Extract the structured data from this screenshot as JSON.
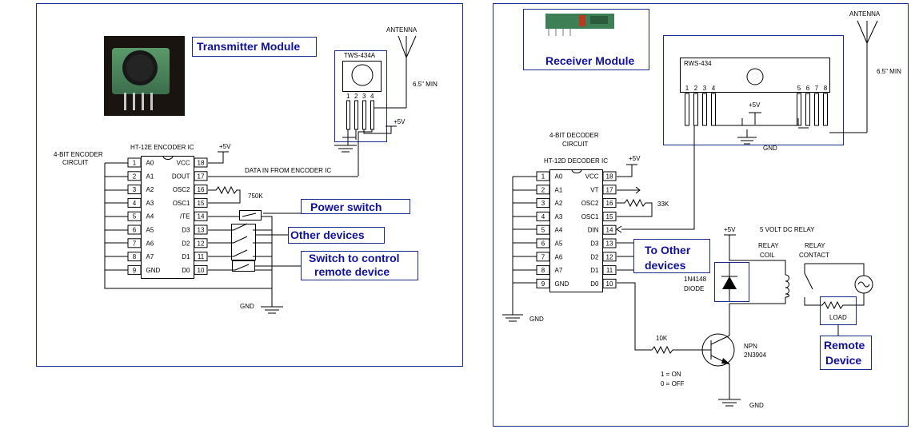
{
  "colors": {
    "frame": "#1a2a8a",
    "label": "#1010a0",
    "wire": "#000000"
  },
  "transmitter": {
    "label": "Transmitter Module",
    "module_name": "TWS-434A",
    "module_pins": [
      "1",
      "2",
      "3",
      "4"
    ],
    "antenna": "ANTENNA",
    "antenna_length": "6.5\" MIN",
    "vcc": "+5V",
    "gnd": "GND",
    "circuit_title_1": "4-BIT ENCODER",
    "circuit_title_2": "CIRCUIT",
    "ic_name": "HT-12E ENCODER IC",
    "left_pins": [
      {
        "num": "1",
        "name": "A0"
      },
      {
        "num": "2",
        "name": "A1"
      },
      {
        "num": "3",
        "name": "A2"
      },
      {
        "num": "4",
        "name": "A3"
      },
      {
        "num": "5",
        "name": "A4"
      },
      {
        "num": "6",
        "name": "A5"
      },
      {
        "num": "7",
        "name": "A6"
      },
      {
        "num": "8",
        "name": "A7"
      },
      {
        "num": "9",
        "name": "GND"
      }
    ],
    "right_pins": [
      {
        "num": "18",
        "name": "VCC"
      },
      {
        "num": "17",
        "name": "DOUT"
      },
      {
        "num": "16",
        "name": "OSC2"
      },
      {
        "num": "15",
        "name": "OSC1"
      },
      {
        "num": "14",
        "name": "/TE"
      },
      {
        "num": "13",
        "name": "D3"
      },
      {
        "num": "12",
        "name": "D2"
      },
      {
        "num": "11",
        "name": "D1"
      },
      {
        "num": "10",
        "name": "D0"
      }
    ],
    "data_in": "DATA IN FROM ENCODER IC",
    "resistor": "750K",
    "power_switch": "Power switch",
    "other_devices": "Other devices",
    "switch_label_1": "Switch to control",
    "switch_label_2": "remote device"
  },
  "receiver": {
    "label": "Receiver Module",
    "module_name": "RWS-434",
    "module_pins": [
      "1",
      "2",
      "3",
      "4",
      "5",
      "6",
      "7",
      "8"
    ],
    "antenna": "ANTENNA",
    "antenna_length": "6.5\" MIN",
    "vcc": "+5V",
    "gnd": "GND",
    "circuit_title_1": "4-BIT DECODER",
    "circuit_title_2": "CIRCUIT",
    "ic_name": "HT-12D DECODER IC",
    "left_pins": [
      {
        "num": "1",
        "name": "A0"
      },
      {
        "num": "2",
        "name": "A1"
      },
      {
        "num": "3",
        "name": "A2"
      },
      {
        "num": "4",
        "name": "A3"
      },
      {
        "num": "5",
        "name": "A4"
      },
      {
        "num": "6",
        "name": "A5"
      },
      {
        "num": "7",
        "name": "A6"
      },
      {
        "num": "8",
        "name": "A7"
      },
      {
        "num": "9",
        "name": "GND"
      }
    ],
    "right_pins": [
      {
        "num": "18",
        "name": "VCC"
      },
      {
        "num": "17",
        "name": "VT"
      },
      {
        "num": "16",
        "name": "OSC2"
      },
      {
        "num": "15",
        "name": "OSC1"
      },
      {
        "num": "14",
        "name": "DIN"
      },
      {
        "num": "13",
        "name": "D3"
      },
      {
        "num": "12",
        "name": "D2"
      },
      {
        "num": "11",
        "name": "D1"
      },
      {
        "num": "10",
        "name": "D0"
      }
    ],
    "resistor_osc": "33K",
    "to_other_1": "To Other",
    "to_other_2": "devices",
    "relay_title": "5 VOLT DC RELAY",
    "relay_coil_1": "RELAY",
    "relay_coil_2": "COIL",
    "relay_contact_1": "RELAY",
    "relay_contact_2": "CONTACT",
    "diode_1": "1N4148",
    "diode_2": "DIODE",
    "load": "LOAD",
    "remote_1": "Remote",
    "remote_2": "Device",
    "npn_1": "NPN",
    "npn_2": "2N3904",
    "base_resistor": "10K",
    "on_text": "1 = ON",
    "off_text": "0 = OFF"
  }
}
